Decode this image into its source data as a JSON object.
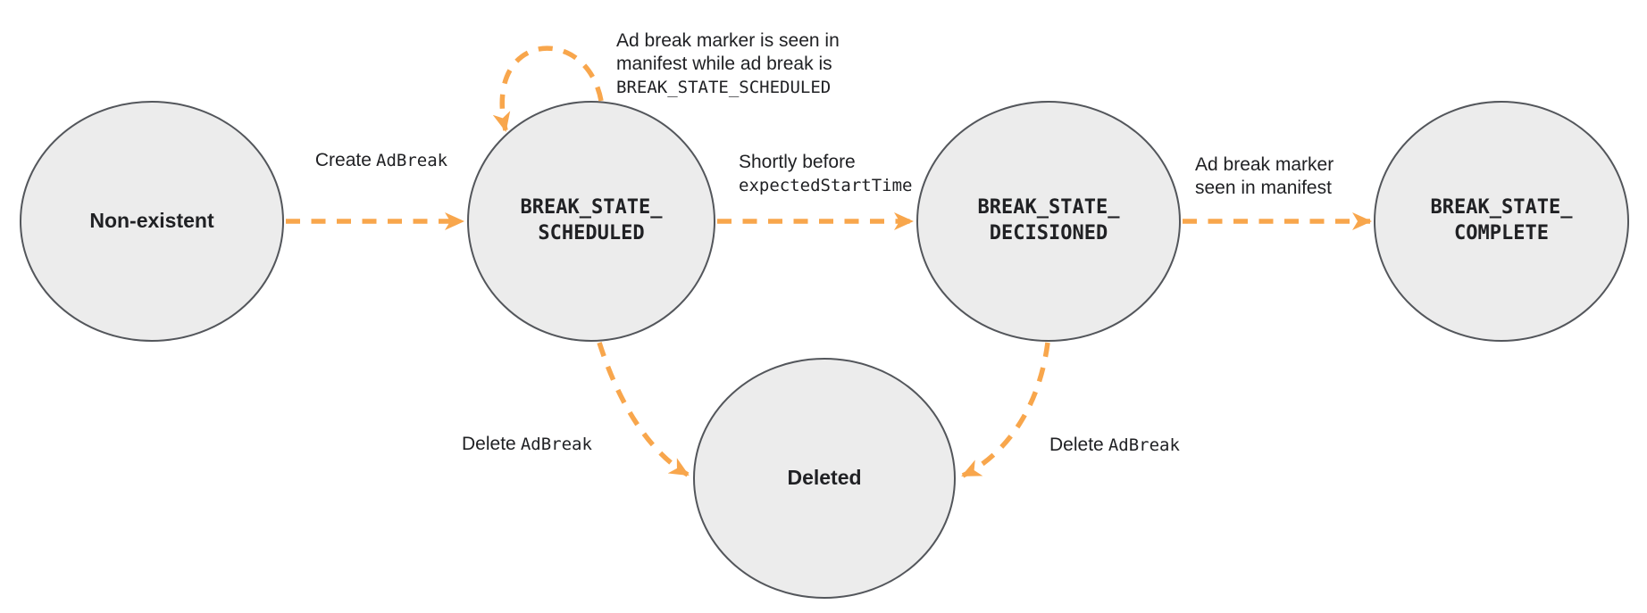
{
  "colors": {
    "arrow": "#F8A64C",
    "node_fill": "#ECECEC",
    "node_stroke": "#53565B",
    "text": "#202124",
    "background": "#FFFFFF"
  },
  "nodes": [
    {
      "label": "Non-existent"
    },
    {
      "line1": "BREAK_STATE_",
      "line2": "SCHEDULED"
    },
    {
      "line1": "BREAK_STATE_",
      "line2": "DECISIONED"
    },
    {
      "line1": "BREAK_STATE_",
      "line2": "COMPLETE"
    },
    {
      "label": "Deleted"
    }
  ],
  "edges": {
    "create": {
      "label": "Create",
      "code": "AdBreak"
    },
    "self_loop": {
      "line1": "Ad break marker is seen in",
      "line2": "manifest while ad break is",
      "code_line": "BREAK_STATE_SCHEDULED"
    },
    "before_start": {
      "label": "Shortly before",
      "code": "expectedStartTime"
    },
    "marker_seen": {
      "line1": "Ad break marker",
      "line2": "seen in manifest"
    },
    "delete_from_scheduled": {
      "label": "Delete",
      "code": "AdBreak"
    },
    "delete_from_decisioned": {
      "label": "Delete",
      "code": "AdBreak"
    }
  }
}
